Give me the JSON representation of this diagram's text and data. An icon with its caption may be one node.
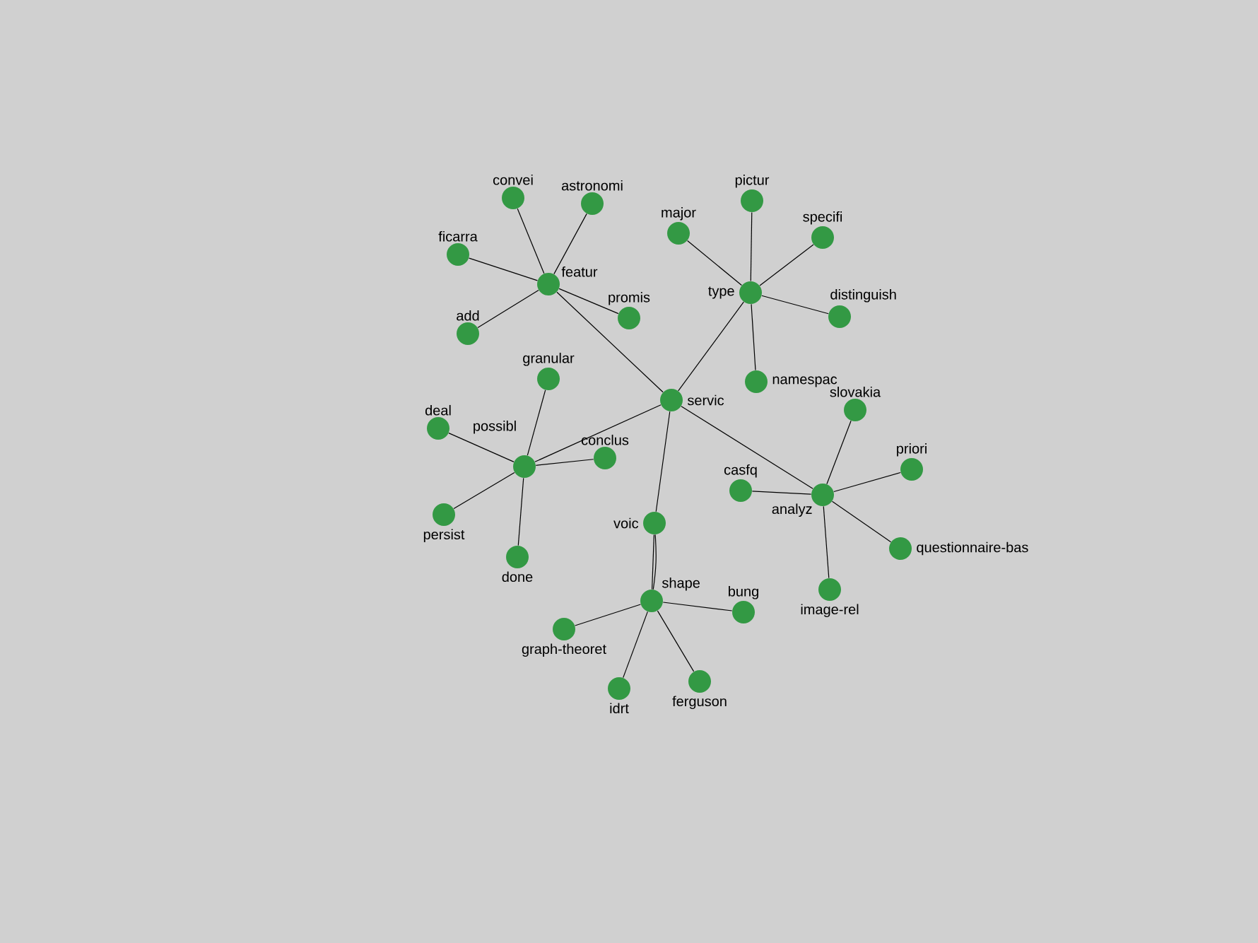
{
  "diagram": {
    "nodes": [
      {
        "text": [
          "convei"
        ]
      },
      {
        "text": [
          "astronomi"
        ]
      },
      {
        "text": [
          "pictur"
        ]
      },
      {
        "text": [
          "major"
        ]
      },
      {
        "text": [
          "specifi"
        ]
      },
      {
        "text": [
          "ficarra"
        ]
      },
      {
        "text": [
          "featur"
        ]
      },
      {
        "text": [
          "type"
        ]
      },
      {
        "text": [
          "distinguish"
        ]
      },
      {
        "text": [
          "promis"
        ]
      },
      {
        "text": [
          "add"
        ]
      },
      {
        "text": [
          "granular"
        ]
      },
      {
        "text": [
          "namespac"
        ]
      },
      {
        "text": [
          "servic"
        ]
      },
      {
        "text": [
          "slovakia"
        ]
      },
      {
        "text": [
          "deal"
        ]
      },
      {
        "text": [
          "conclus"
        ]
      },
      {
        "text": [
          "possibl"
        ]
      },
      {
        "text": [
          "priori"
        ]
      },
      {
        "text": [
          "casfq"
        ]
      },
      {
        "text": [
          "analyz"
        ]
      },
      {
        "text": [
          "persist"
        ]
      },
      {
        "text": [
          "voic"
        ]
      },
      {
        "text": [
          "questionnaire-bas"
        ]
      },
      {
        "text": [
          "done"
        ]
      },
      {
        "text": [
          "image-rel"
        ]
      },
      {
        "text": [
          "shape"
        ]
      },
      {
        "text": [
          "bung"
        ]
      },
      {
        "text": [
          "graph-theoret"
        ]
      },
      {
        "text": [
          "ferguson"
        ]
      },
      {
        "text": [
          "idrt"
        ]
      }
    ],
    "edges": [
      {
        "from": 6,
        "to": 0,
        "arrow": "none"
      },
      {
        "from": 6,
        "to": 1,
        "arrow": "none"
      },
      {
        "from": 6,
        "to": 5,
        "arrow": "none"
      },
      {
        "from": 6,
        "to": 10,
        "arrow": "none"
      },
      {
        "from": 6,
        "to": 9,
        "arrow": "none"
      },
      {
        "from": 6,
        "to": 13,
        "arrow": "none"
      },
      {
        "from": 7,
        "to": 3,
        "arrow": "none"
      },
      {
        "from": 7,
        "to": 2,
        "arrow": "none"
      },
      {
        "from": 7,
        "to": 4,
        "arrow": "none"
      },
      {
        "from": 7,
        "to": 8,
        "arrow": "none"
      },
      {
        "from": 7,
        "to": 12,
        "arrow": "none"
      },
      {
        "from": 7,
        "to": 13,
        "arrow": "none"
      },
      {
        "from": 13,
        "to": 17,
        "arrow": "none"
      },
      {
        "from": 13,
        "to": 22,
        "arrow": "none"
      },
      {
        "from": 13,
        "to": 20,
        "arrow": "none"
      },
      {
        "from": 17,
        "to": 11,
        "arrow": "none"
      },
      {
        "from": 17,
        "to": 15,
        "arrow": "none"
      },
      {
        "from": 17,
        "to": 16,
        "arrow": "none"
      },
      {
        "from": 17,
        "to": 21,
        "arrow": "none"
      },
      {
        "from": 17,
        "to": 24,
        "arrow": "none"
      },
      {
        "from": 20,
        "to": 14,
        "arrow": "none"
      },
      {
        "from": 20,
        "to": 18,
        "arrow": "none"
      },
      {
        "from": 20,
        "to": 23,
        "arrow": "none"
      },
      {
        "from": 20,
        "to": 25,
        "arrow": "none"
      },
      {
        "from": 20,
        "to": 19,
        "arrow": "none"
      },
      {
        "from": 22,
        "to": 26,
        "arrow": "none"
      },
      {
        "from": 22,
        "to": 26,
        "arrow": "none"
      },
      {
        "from": 26,
        "to": 28,
        "arrow": "none"
      },
      {
        "from": 26,
        "to": 27,
        "arrow": "none"
      },
      {
        "from": 26,
        "to": 30,
        "arrow": "none"
      },
      {
        "from": 26,
        "to": 29,
        "arrow": "none"
      }
    ]
  }
}
